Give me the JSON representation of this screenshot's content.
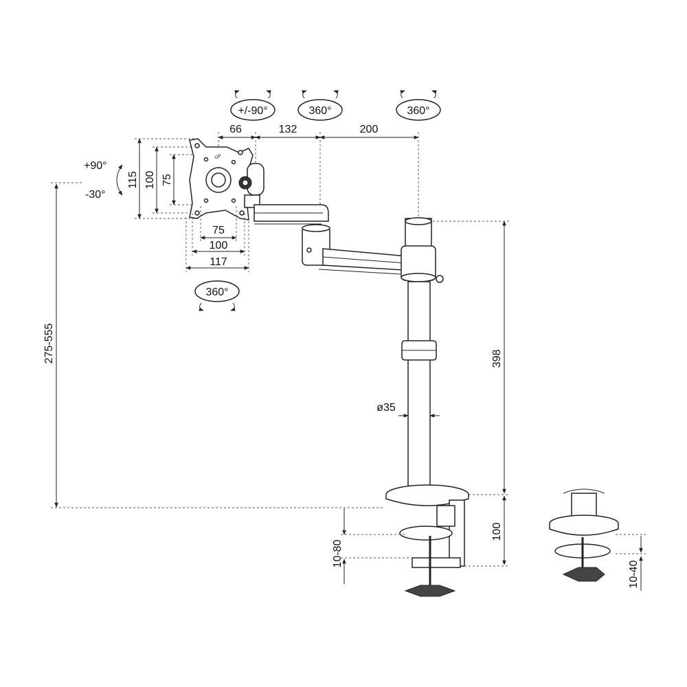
{
  "rotation_labels": {
    "tilt_pivot": "+/-90°",
    "elbow": "360°",
    "pole_joint": "360°",
    "head_swivel": "360°",
    "tilt_up": "+90°",
    "tilt_down": "-30°"
  },
  "dimensions": {
    "arm_segment_1": "66",
    "arm_segment_2": "132",
    "arm_segment_3": "200",
    "vesa_outer_height": "115",
    "vesa_mid_height": "100",
    "vesa_inner_height": "75",
    "vesa_inner_width": "75",
    "vesa_mid_width": "100",
    "vesa_outer_width": "117",
    "height_range": "275-555",
    "pole_height": "398",
    "pole_diameter": "ø35",
    "clamp_height": "100",
    "clamp_range": "10-80",
    "grommet_range": "10-40"
  },
  "plate_marking": "UP"
}
